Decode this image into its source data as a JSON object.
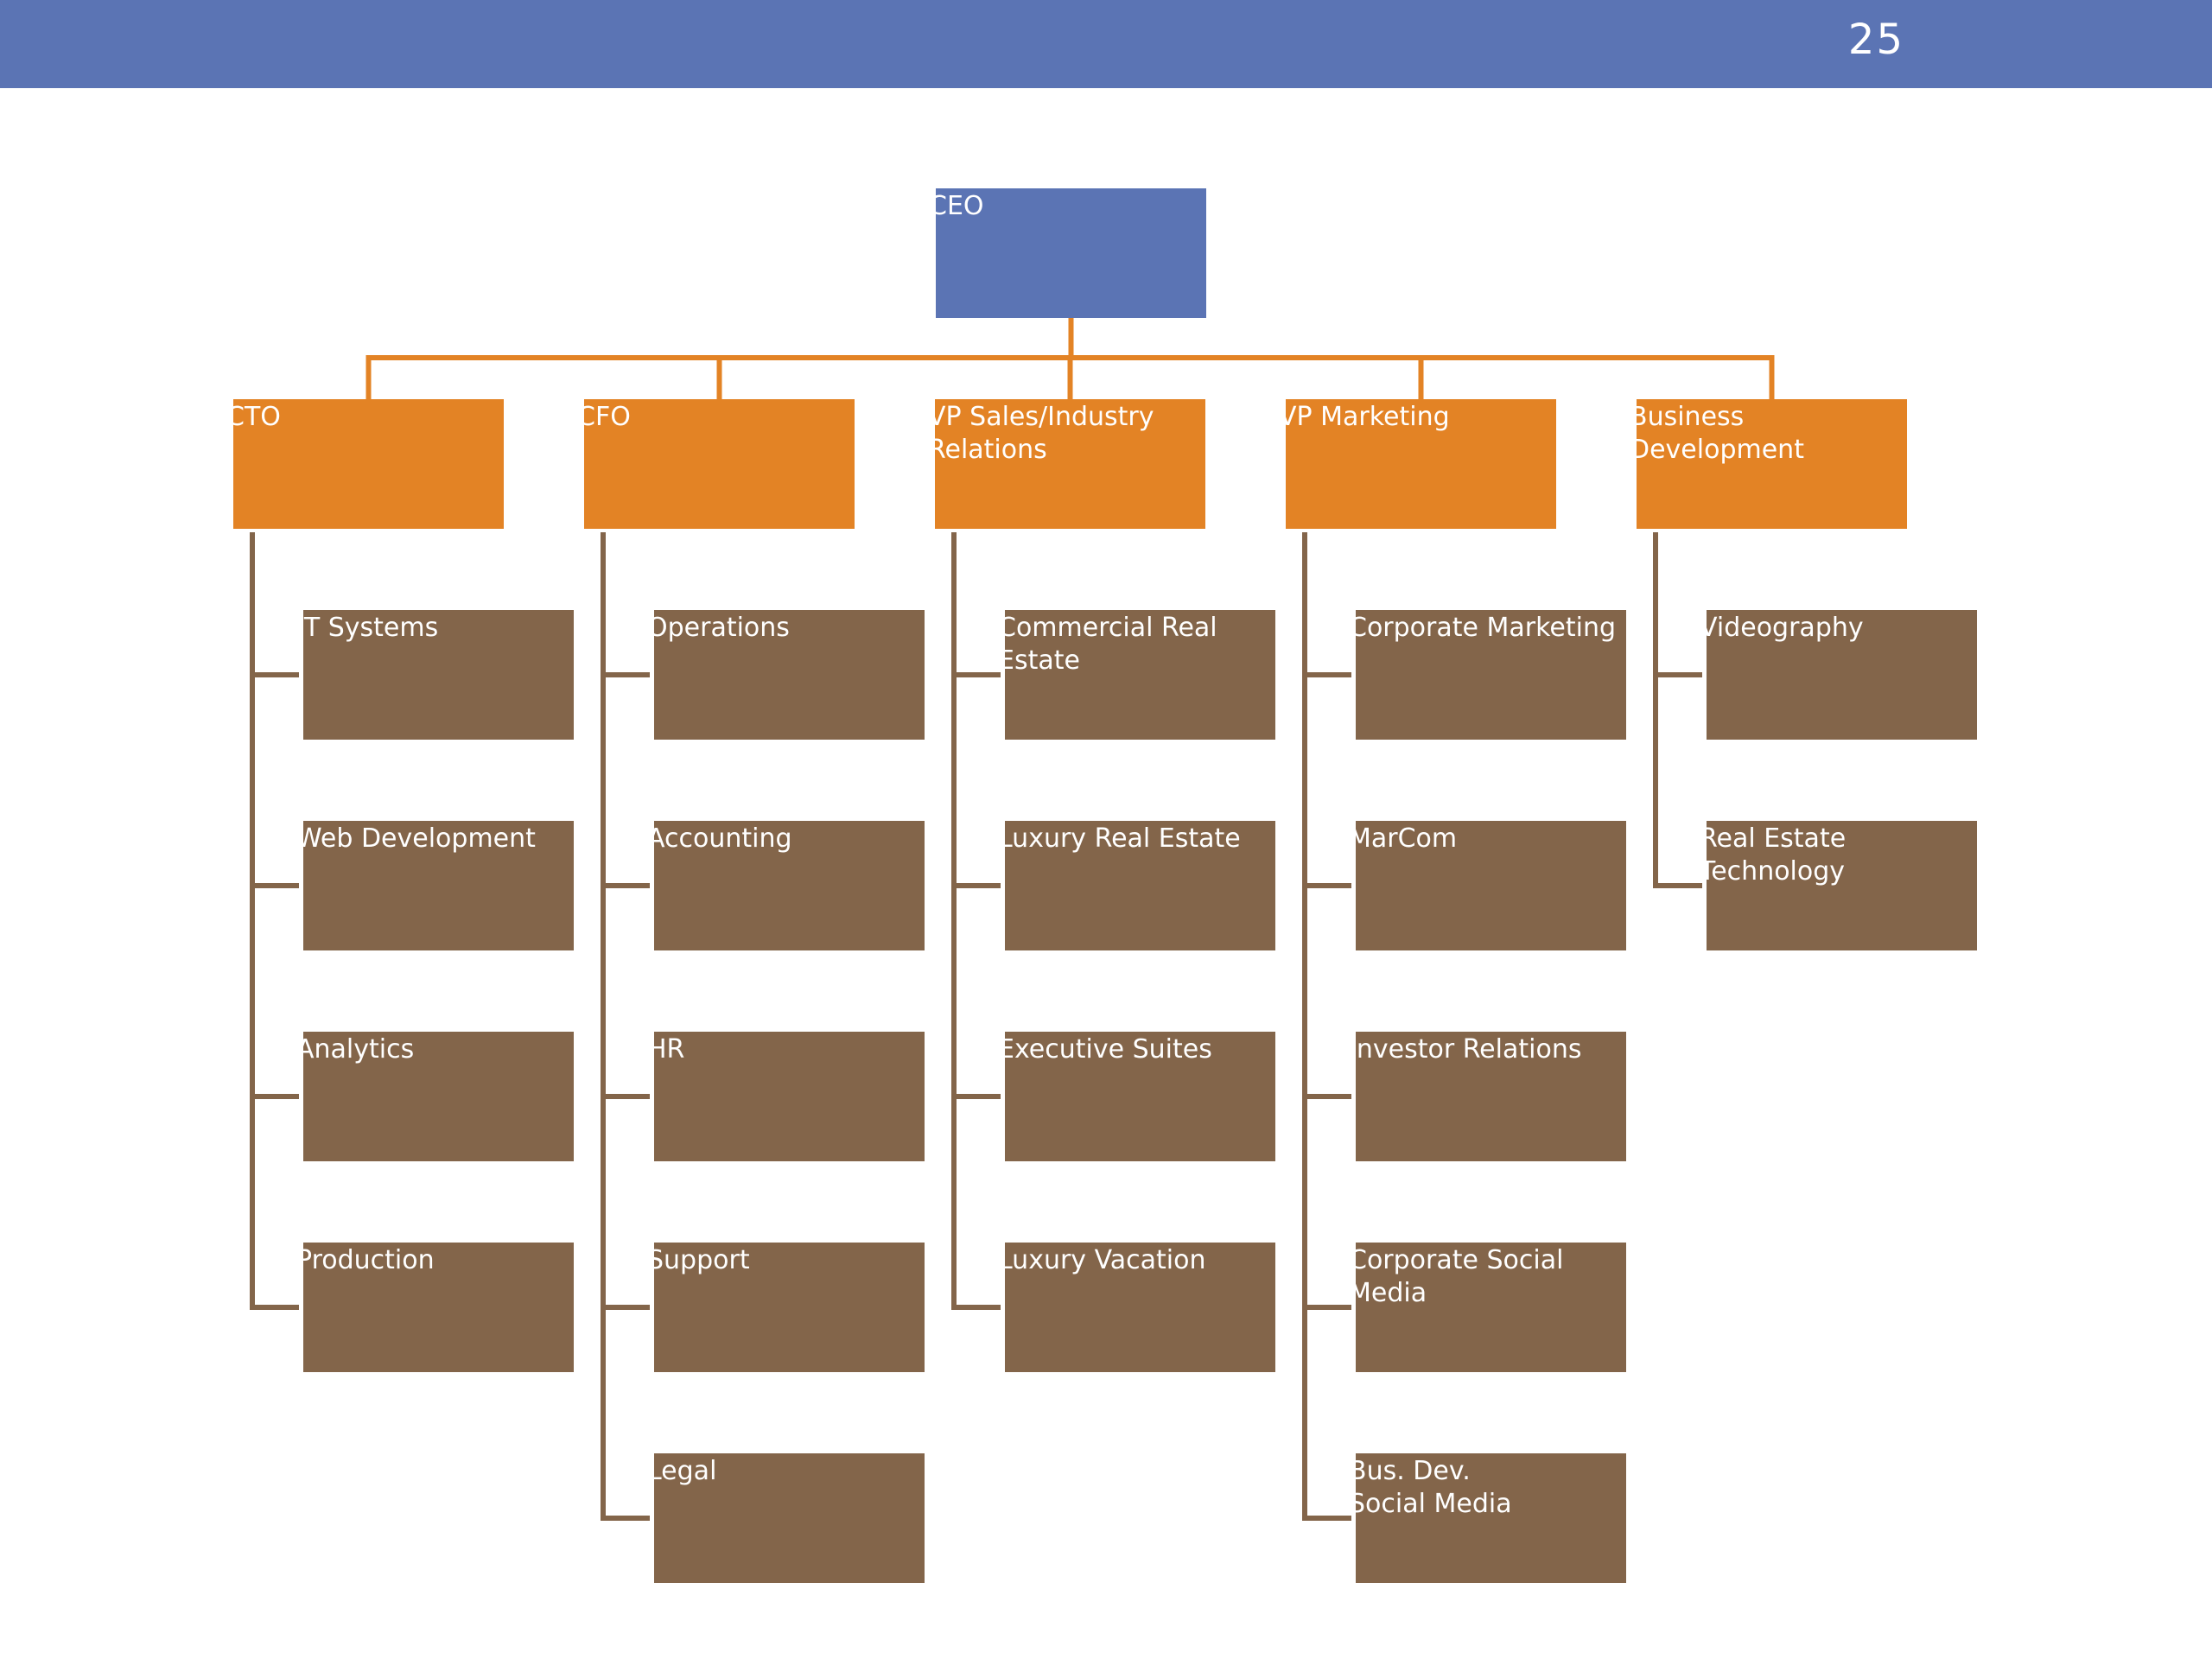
{
  "slide": {
    "number": "25"
  },
  "colors": {
    "header": "#5b74b4",
    "ceo_box": "#5b74b4",
    "exec_box": "#e38325",
    "dept_box": "#83654a",
    "exec_connector": "#e38325",
    "dept_connector": "#83654a"
  },
  "org_chart": {
    "root": {
      "label": "CEO"
    },
    "executives": [
      {
        "label": "CTO",
        "departments": [
          "IT Systems",
          "Web Development",
          "Analytics",
          "Production"
        ]
      },
      {
        "label": "CFO",
        "departments": [
          "Operations",
          "Accounting",
          "HR",
          "Support",
          "Legal"
        ]
      },
      {
        "label": "VP Sales/Industry Relations",
        "departments": [
          "Commercial Real Estate",
          "Luxury Real Estate",
          "Executive Suites",
          "Luxury Vacation"
        ]
      },
      {
        "label": "VP Marketing",
        "departments": [
          "Corporate Marketing",
          "MarCom",
          "Investor Relations",
          "Corporate Social Media",
          "Bus. Dev.\nSocial Media"
        ]
      },
      {
        "label": "Business Development",
        "departments": [
          "Videography",
          "Real Estate Technology"
        ]
      }
    ]
  }
}
